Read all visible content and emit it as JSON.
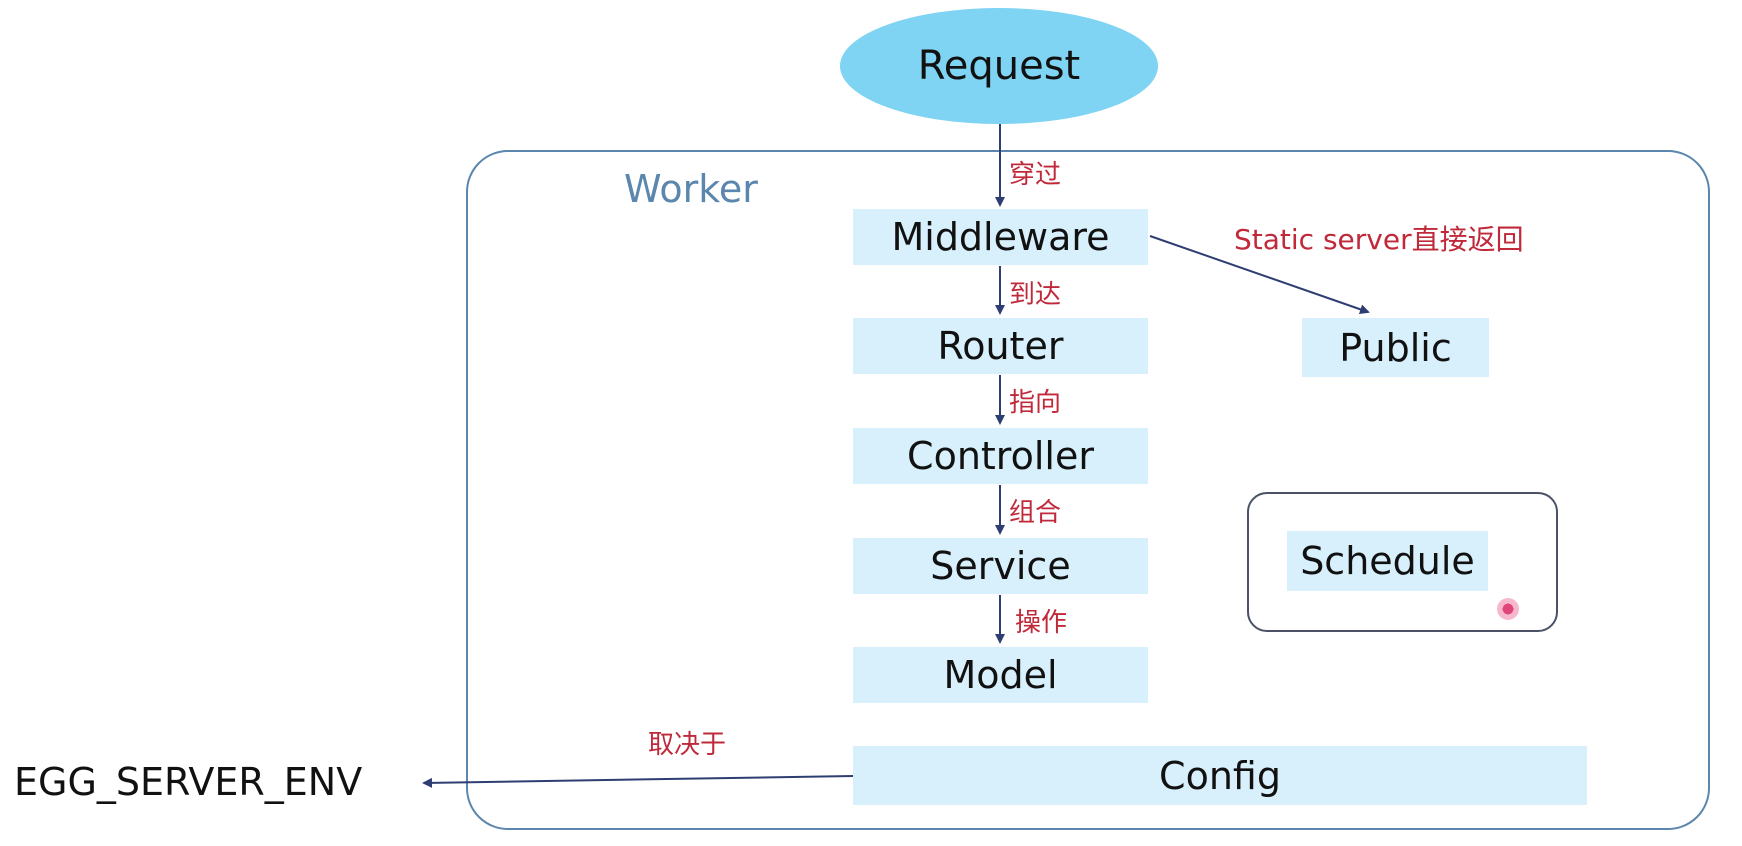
{
  "diagram": {
    "request": "Request",
    "worker": "Worker",
    "middleware": "Middleware",
    "router": "Router",
    "controller": "Controller",
    "service": "Service",
    "model": "Model",
    "public": "Public",
    "schedule": "Schedule",
    "config": "Config",
    "env": "EGG_SERVER_ENV",
    "labels": {
      "pass_through": "穿过",
      "arrive": "到达",
      "point_to": "指向",
      "combine": "组合",
      "operate": "操作",
      "static_return": "Static server直接返回",
      "depends_on": "取决于"
    },
    "colors": {
      "node_fill": "#d7f0fb",
      "request_fill": "#7fd3f3",
      "frame": "#5b86ad",
      "edge": "#2e3e73",
      "label": "#c0293a"
    }
  }
}
